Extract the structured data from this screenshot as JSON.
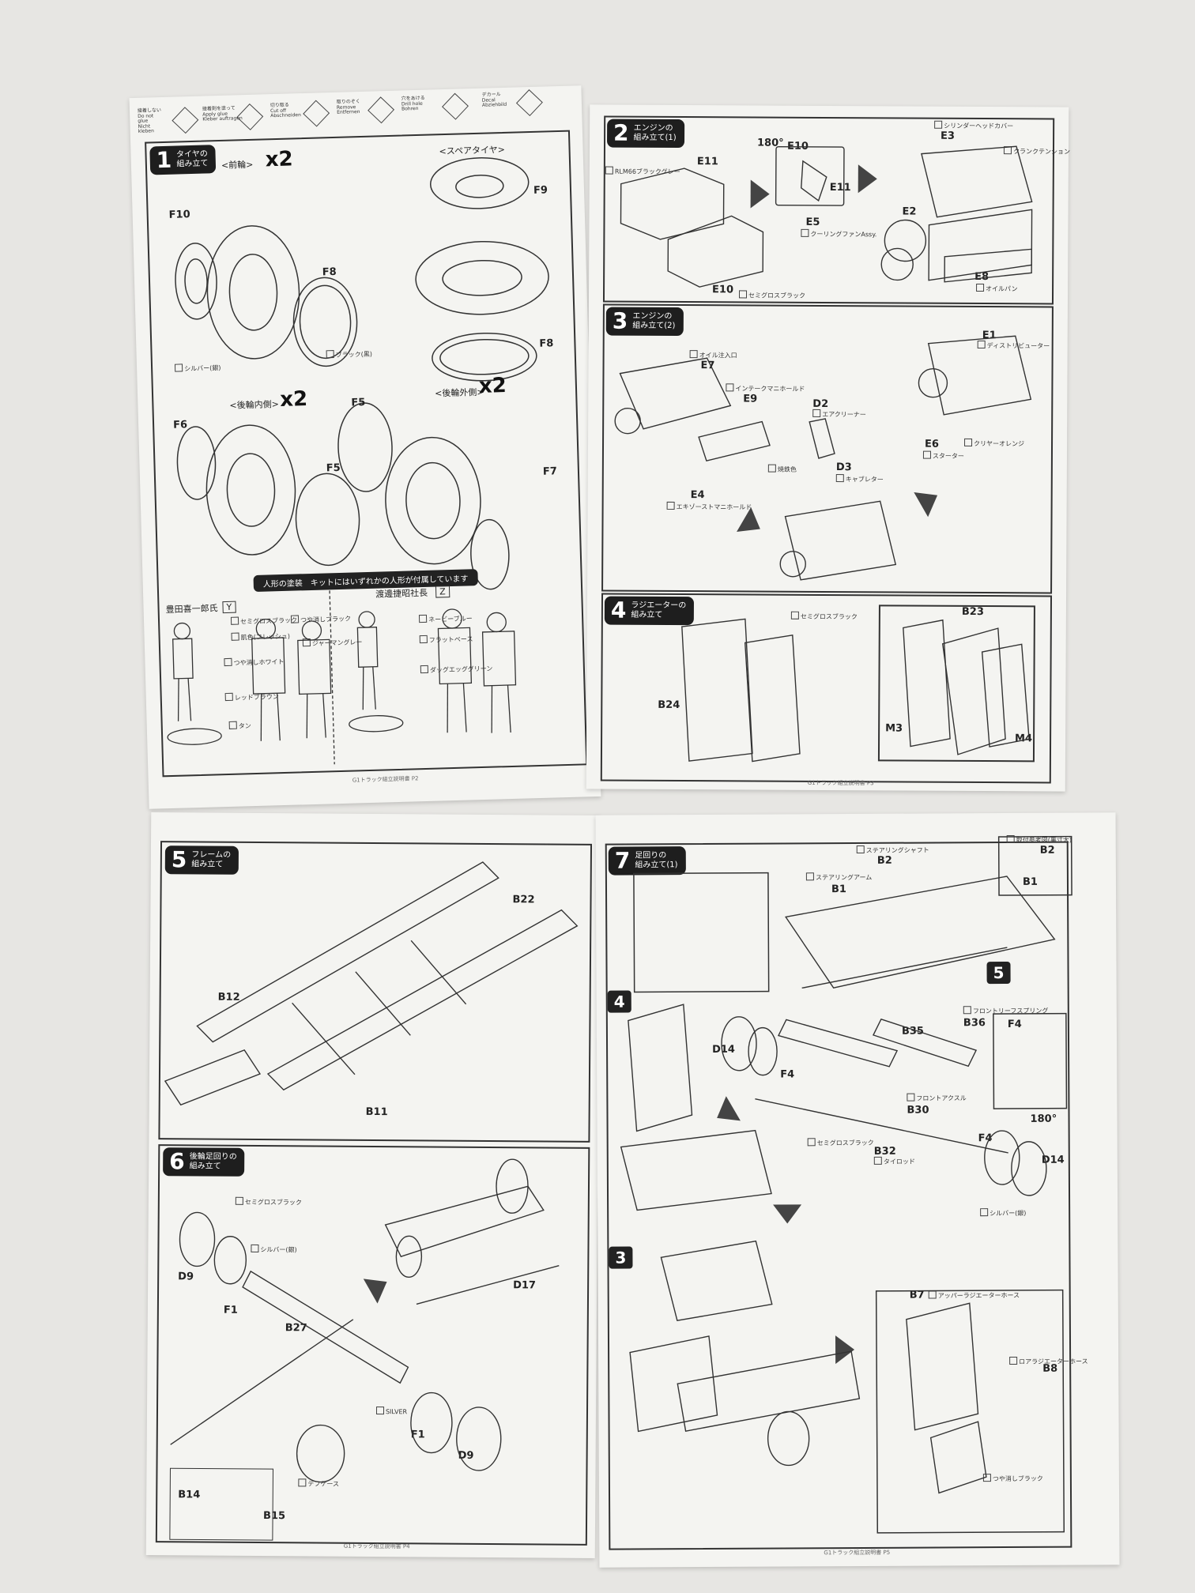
{
  "legend": [
    {
      "label": "接着しない\nDo not\nglue\nNicht\nkleben",
      "icon": "do-not-glue-icon"
    },
    {
      "label": "接着剤を塗って\nApply glue\nKleber auftragen",
      "icon": "apply-glue-icon"
    },
    {
      "label": "切り取る\nCut off\nAbschneiden",
      "icon": "cut-icon"
    },
    {
      "label": "取りのぞく\nRemove\nEntfernen",
      "icon": "remove-icon"
    },
    {
      "label": "穴をあける\nDrill hole\nBohren",
      "icon": "drill-icon"
    },
    {
      "label": "デカール\nDecal\nAbziehbild",
      "icon": "decal-icon"
    }
  ],
  "page2": {
    "step1": {
      "num": "1",
      "title": "タイヤの\n組み立て"
    },
    "front_wheel": "<前輪>",
    "front_qty": "x2",
    "spare_tire": "<スペアタイヤ>",
    "rear_inner": "<後輪内側>",
    "rear_inner_qty": "x2",
    "rear_outer": "<後輪外側>",
    "rear_outer_qty": "x2",
    "parts": [
      "F10",
      "F8",
      "F9",
      "F8",
      "F6",
      "F5",
      "F5",
      "F7"
    ],
    "color_black": "ブラック(黒)",
    "color_silver": "シルバー(銀)",
    "figures_banner": "人形の塗装　キットにはいずれかの人形が付属しています",
    "figure_y": "豊田喜一郎氏",
    "figure_y_code": "Y",
    "figure_z": "渡邊捷昭社長",
    "figure_z_code": "Z",
    "figure_colors": [
      "セミグロスブラック",
      "つや消しブラック",
      "肌色(フレッシュ)",
      "ジャーマングレー",
      "つや消しホワイト",
      "レッドブラウン",
      "タン",
      "ネービーブルー",
      "フラットベース",
      "ダッグエッググリーン"
    ],
    "footer": "G1トラック組立説明書 P2"
  },
  "page3": {
    "step2": {
      "num": "2",
      "title": "エンジンの\n組み立て(1)"
    },
    "step2_parts": [
      "E11",
      "E10",
      "E10",
      "E11",
      "E5",
      "E3",
      "E2",
      "E8"
    ],
    "step2_notes": [
      "RLM66ブラックグレー",
      "セミグロスブラック",
      "クーリングファンAssy.",
      "シリンダーヘッドカバー",
      "オイルパン",
      "クランクテンション"
    ],
    "rotate": "180°",
    "step3": {
      "num": "3",
      "title": "エンジンの\n組み立て(2)"
    },
    "step3_parts": [
      "E7",
      "E9",
      "D2",
      "D3",
      "E4",
      "E1",
      "E6"
    ],
    "step3_notes": [
      "オイル注入口",
      "インテークマニホールド",
      "エアクリーナー",
      "キャブレター",
      "エキゾーストマニホールド",
      "ディストリビューター",
      "スターター",
      "クリヤーオレンジ",
      "焼鉄色"
    ],
    "step4": {
      "num": "4",
      "title": "ラジエーターの\n組み立て"
    },
    "step4_parts": [
      "B24",
      "B23",
      "M3",
      "M4"
    ],
    "step4_notes": [
      "セミグロスブラック"
    ],
    "footer": "G1トラック組立説明書 P3"
  },
  "page4": {
    "step5": {
      "num": "5",
      "title": "フレームの\n組み立て"
    },
    "step5_parts": [
      "B22",
      "B12",
      "B11"
    ],
    "step6": {
      "num": "6",
      "title": "後輪足回りの\n組み立て"
    },
    "step6_parts": [
      "D9",
      "F1",
      "B27",
      "D17",
      "F1",
      "D9",
      "B14",
      "B15"
    ],
    "step6_notes": [
      "セミグロスブラック",
      "シルバー(銀)",
      "デフケース",
      "SILVER"
    ],
    "footer": "G1トラック組立説明書 P4"
  },
  "page5": {
    "step7": {
      "num": "7",
      "title": "足回りの\n組み立て(1)"
    },
    "step7_parts": [
      "B2",
      "B1",
      "B2",
      "B1",
      "D14",
      "F4",
      "B35",
      "B36",
      "F4",
      "B30",
      "B32",
      "F4",
      "D14",
      "B7",
      "B8"
    ],
    "step7_notes": [
      "ステアリングシャフト",
      "ステアリングアーム",
      "取付参考図(裏寸大)",
      "フロントリーフスプリング",
      "フロントアクスル",
      "タイロッド",
      "アッパーラジエーターホース",
      "ロアラジエーターホース",
      "セミグロスブラック",
      "シルバー(銀)",
      "つや消しブラック"
    ],
    "callouts": [
      "4",
      "5",
      "3"
    ],
    "rotate": "180°",
    "footer": "G1トラック組立説明書 P5"
  }
}
